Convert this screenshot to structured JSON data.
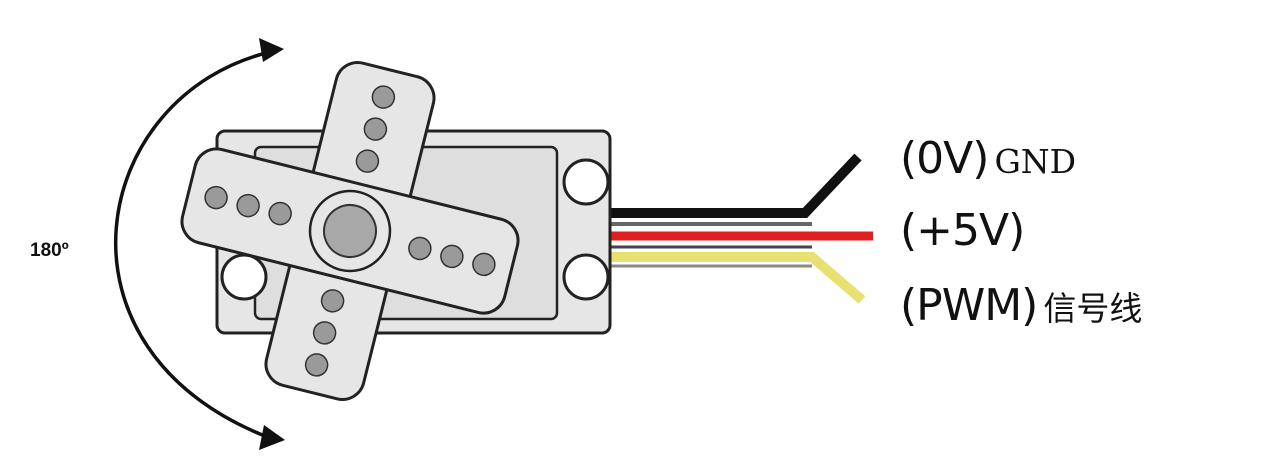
{
  "rotation": {
    "label": "180º"
  },
  "wires": [
    {
      "pin": "(0V)",
      "desc": "GND",
      "color": "#111111"
    },
    {
      "pin": "(+5V)",
      "desc": "",
      "color": "#e02020"
    },
    {
      "pin": "(PWM)",
      "desc": "信号线",
      "color": "#e8e070"
    }
  ],
  "colors": {
    "body": "#e6e6e6",
    "outline": "#222222",
    "hole": "#9a9a9a",
    "shaft": "#a8a8a8"
  }
}
